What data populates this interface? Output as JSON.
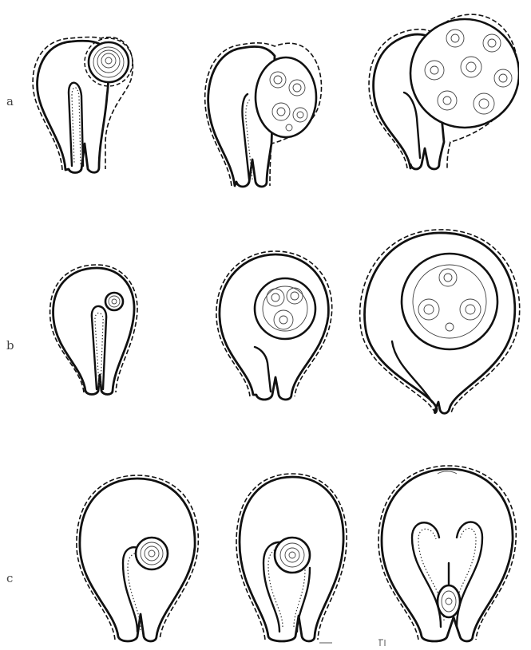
{
  "figure": {
    "row_labels": {
      "a": "a",
      "b": "b",
      "c": "c"
    }
  }
}
